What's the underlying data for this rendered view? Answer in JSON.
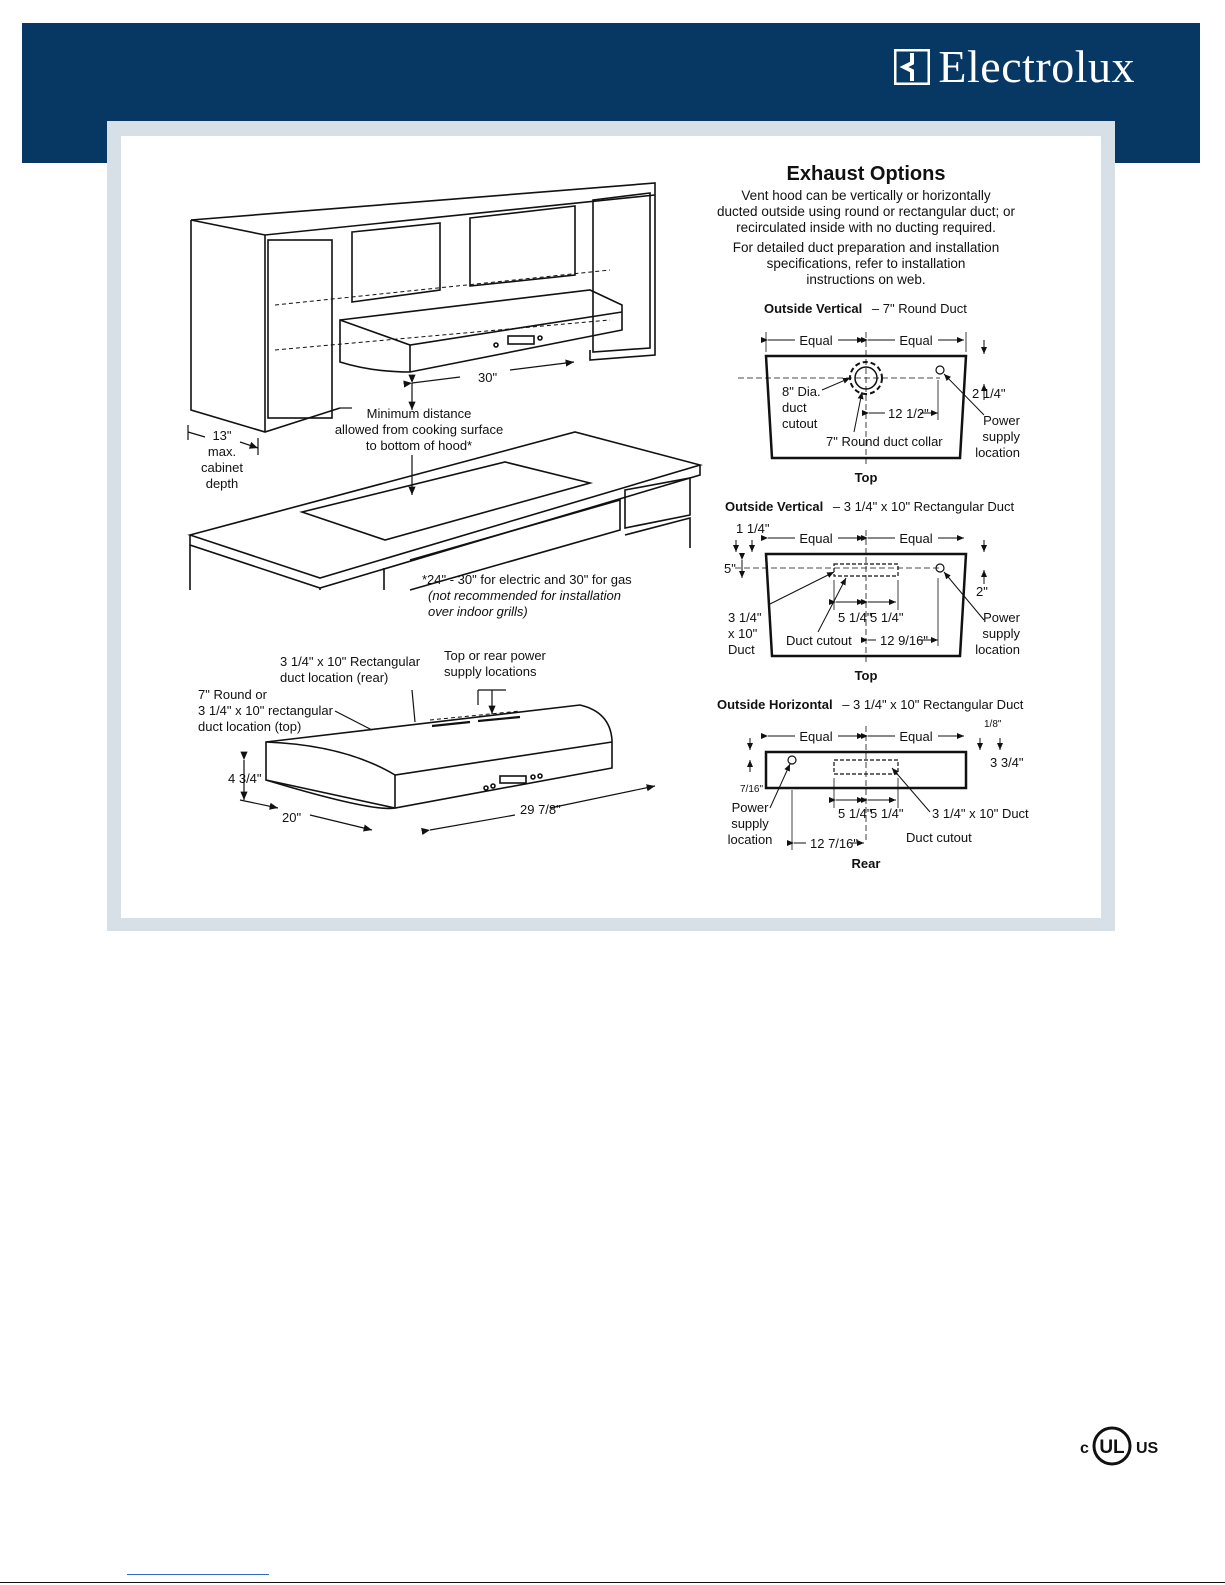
{
  "brand": {
    "name": "Electrolux",
    "logo": "electrolux-logo-icon"
  },
  "colors": {
    "header": "#073763",
    "panel_border": "#d7dfe7"
  },
  "exhaust": {
    "title": "Exhaust Options",
    "desc1": "Vent hood can be vertically or horizontally",
    "desc2": "ducted outside using round or rectangular duct; or",
    "desc3": "recirculated inside with no ducting required.",
    "desc4": "For detailed duct preparation and installation",
    "desc5": "specifications, refer to installation",
    "desc6": "instructions on web."
  },
  "d1": {
    "heading": "Outside Vertical",
    "sub": "– 7\" Round Duct",
    "equal": "Equal",
    "dia1": "8\" Dia.",
    "dia2": "duct",
    "dia3": "cutout",
    "offset": "12 1/2\"",
    "collar": "7\" Round duct collar",
    "power1": "Power",
    "power2": "supply",
    "power3": "location",
    "dim_right": "2 1/4\"",
    "view": "Top"
  },
  "d2": {
    "heading": "Outside Vertical",
    "sub": "– 3 1/4\" x 10\" Rectangular Duct",
    "equal": "Equal",
    "dim_top": "1 1/4\"",
    "dim_left": "5\"",
    "duct1": "3 1/4\"",
    "duct2": "x 10\"",
    "duct3": "Duct",
    "half1": "5 1/4\"",
    "half2": "5 1/4\"",
    "cutout": "Duct cutout",
    "offset": "12 9/16\"",
    "dim_right": "2\"",
    "power1": "Power",
    "power2": "supply",
    "power3": "location",
    "view": "Top"
  },
  "d3": {
    "heading": "Outside Horizontal",
    "sub": "– 3 1/4\" x 10\" Rectangular Duct",
    "equal": "Equal",
    "dim_top": "1/8\"",
    "dim_left": "7/16\"",
    "dim_right": "3 3/4\"",
    "half1": "5 1/4\"",
    "half2": "5 1/4\"",
    "duct_label": "3 1/4\" x 10\" Duct",
    "cutout": "Duct cutout",
    "power1": "Power",
    "power2": "supply",
    "power3": "location",
    "offset": "12 7/16\"",
    "view": "Rear"
  },
  "install": {
    "width": "30\"",
    "min1": "Minimum distance",
    "min2": "allowed from cooking surface",
    "min3": "to bottom of hood*",
    "depth1": "13\"",
    "depth2": "max.",
    "depth3": "cabinet",
    "depth4": "depth",
    "note1": "*24\" - 30\" for electric and 30\" for gas",
    "note2": "(not recommended for installation",
    "note3": "over indoor grills)"
  },
  "hood": {
    "rect1": "3 1/4\" x 10\" Rectangular",
    "rect2": "duct location (rear)",
    "pow1": "Top or rear power",
    "pow2": "supply locations",
    "round1": "7\" Round or",
    "round2": "3 1/4\" x 10\" rectangular",
    "round3": "duct location (top)",
    "height": "4 3/4\"",
    "depth": "20\"",
    "width": "29 7/8\""
  },
  "certification": {
    "left": "c",
    "mark": "UL",
    "right": "US"
  }
}
